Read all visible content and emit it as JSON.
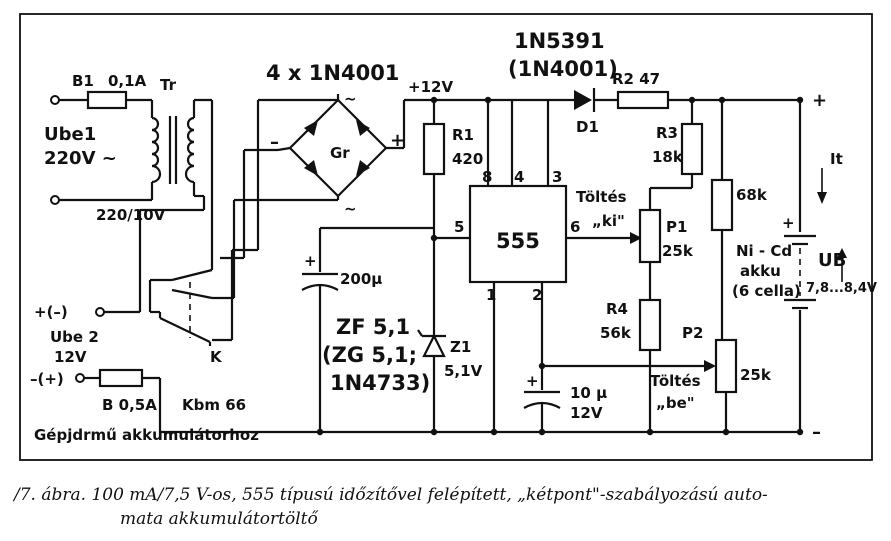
{
  "labels": {
    "b1": "B1",
    "b1_value": "0,1A",
    "tr": "Tr",
    "ube1_line1": "Ube1",
    "ube1_line2": "220V ~",
    "transformer_ratio": "220/10V",
    "diodes_bridge": "4 x 1N4001",
    "gr": "Gr",
    "plus12v": "+12V",
    "d1_part": "1N5391",
    "d1_alt": "(1N4001)",
    "d1": "D1",
    "r2": "R2  47",
    "r1": "R1",
    "r1_value": "420",
    "r3": "R3",
    "r3_value": "18k",
    "pin8": "8",
    "pin4": "4",
    "pin3": "3",
    "pin5": "5",
    "pin6": "6",
    "pin1": "1",
    "pin2": "2",
    "ic": "555",
    "toltes_ki_1": "Töltés",
    "toltes_ki_2": "„ki\"",
    "p1": "P1",
    "p1_value": "25k",
    "r68k": "68k",
    "it": "It",
    "plus": "+",
    "minus": "–",
    "nicd_1": "Ni - Cd",
    "nicd_2": "akku",
    "nicd_3": "(6 cella)",
    "ub": "UB",
    "ub_value": "7,8...8,4V",
    "c200": "200µ",
    "c200_plus": "+",
    "zf_1": "ZF 5,1",
    "zf_2": "(ZG 5,1;",
    "zf_3": "1N4733)",
    "z1": "Z1",
    "z1_value": "5,1V",
    "r4": "R4",
    "r4_value": "56k",
    "p2": "P2",
    "p2_value": "25k",
    "toltes_be_1": "Töltés",
    "toltes_be_2": "„be\"",
    "c10_value": "10 µ",
    "c10_voltage": "12V",
    "c10_plus": "+",
    "ube2_plus": "+(–)",
    "ube2_line1": "Ube 2",
    "ube2_line2": "12V",
    "ube2_minus": "–(+)",
    "k": "K",
    "b_fuse": "B  0,5A",
    "kbm": "Kbm 66",
    "car_battery": "Gépjdrmű akkumulátorhoz"
  },
  "caption": {
    "line1": "/7. ábra. 100 mA/7,5 V-os, 555 típusú időzítővel felépített, „kétpont\"-szabályozású auto-",
    "line2": "mata akkumulátortöltő"
  }
}
